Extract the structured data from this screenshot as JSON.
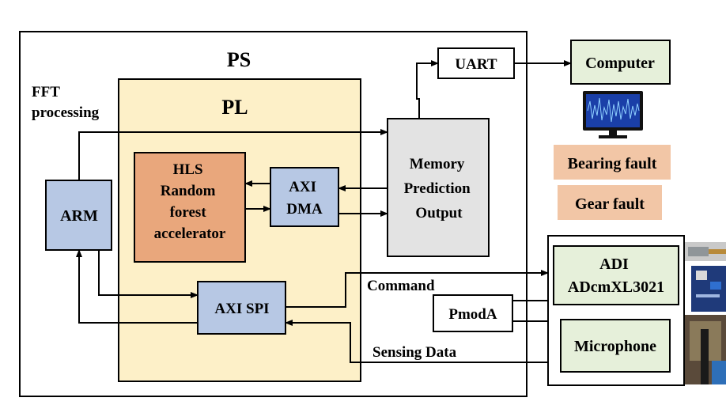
{
  "blocks": {
    "ps": "PS",
    "pl": "PL",
    "fft": [
      "FFT",
      "processing"
    ],
    "arm": "ARM",
    "hls": [
      "HLS",
      "Random",
      "forest",
      "accelerator"
    ],
    "axi_dma": [
      "AXI",
      "DMA"
    ],
    "memory": [
      "Memory",
      "Prediction",
      "Output"
    ],
    "axi_spi": "AXI SPI",
    "uart": "UART",
    "computer": "Computer",
    "bearing_fault": "Bearing fault",
    "gear_fault": "Gear fault",
    "adi": [
      "ADI",
      "ADcmXL3021"
    ],
    "pmoda": "PmodA",
    "microphone": "Microphone",
    "command": "Command",
    "sensing_data": "Sensing Data"
  },
  "colors": {
    "pl_fill": "#fdf0c8",
    "blue_block": "#b7c8e4",
    "hls_fill": "#e9a77c",
    "memory_fill": "#e3e3e3",
    "green_block": "#e6f0da",
    "fault_fill": "#f2c6a6",
    "monitor_screen": "#1a3fa8",
    "waveform": "#8fd0ff"
  }
}
